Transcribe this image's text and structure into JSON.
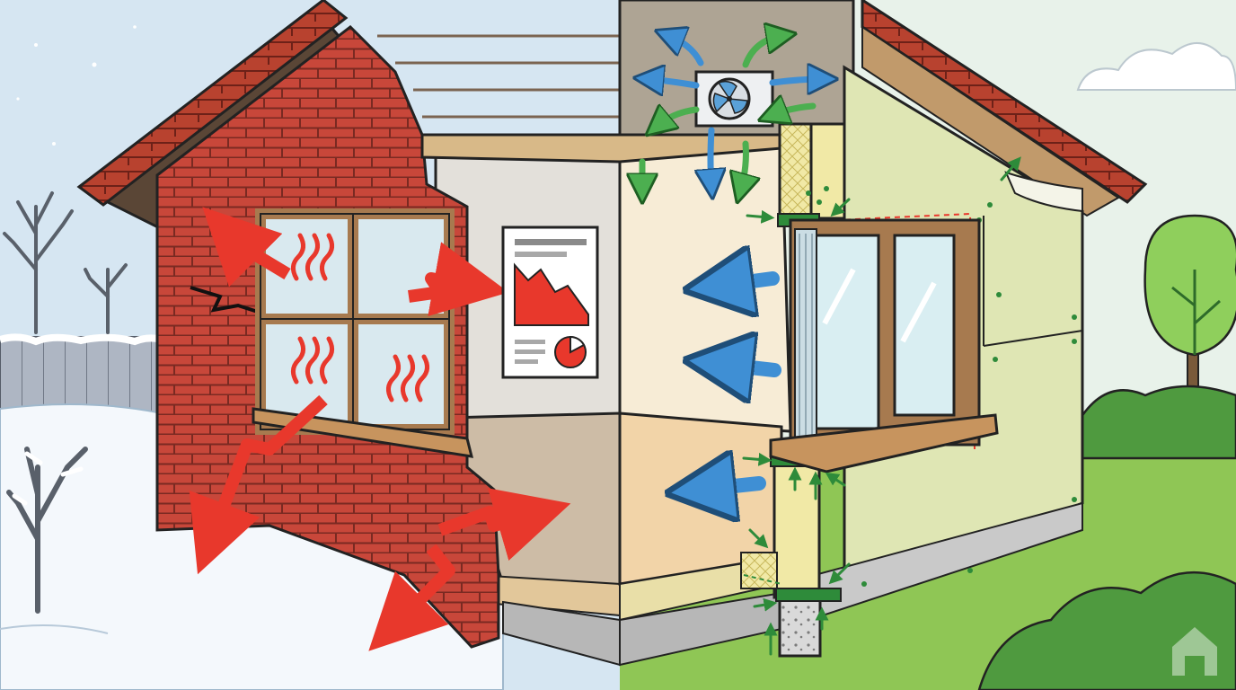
{
  "illustration": {
    "subject": "house-energy-retrofit-before-after",
    "panels": [
      {
        "id": "before",
        "label": ""
      },
      {
        "id": "after",
        "label": ""
      }
    ],
    "icons": [
      "brick-wall-icon",
      "wall-crack-icon",
      "heat-loss-arrow-icon",
      "heat-wave-icon",
      "energy-report-icon",
      "line-chart-icon",
      "pie-chart-icon",
      "ventilation-fan-icon",
      "fresh-air-arrow-icon",
      "warm-air-arrow-icon",
      "insulation-layer-icon",
      "airtight-seal-icon",
      "window-icon",
      "bare-tree-icon",
      "tree-icon",
      "bush-icon",
      "cloud-icon",
      "fence-icon",
      "logo-icon"
    ]
  },
  "colors": {
    "winter_sky": "#d6e6f2",
    "snow": "#f4f8fc",
    "summer_sky": "#e8f2ea",
    "grass": "#8fc655",
    "brick": "#c8473a",
    "mortar": "#7a2a22",
    "roof_tile": "#b8422f",
    "heat_loss_red": "#e8382c",
    "cool_air_blue": "#3f8fd4",
    "fresh_air_green": "#4caf50",
    "insulation_yellow": "#f1e9a6",
    "new_facade": "#dfe6b4",
    "window_frame": "#a77a4f",
    "outline": "#222222"
  }
}
